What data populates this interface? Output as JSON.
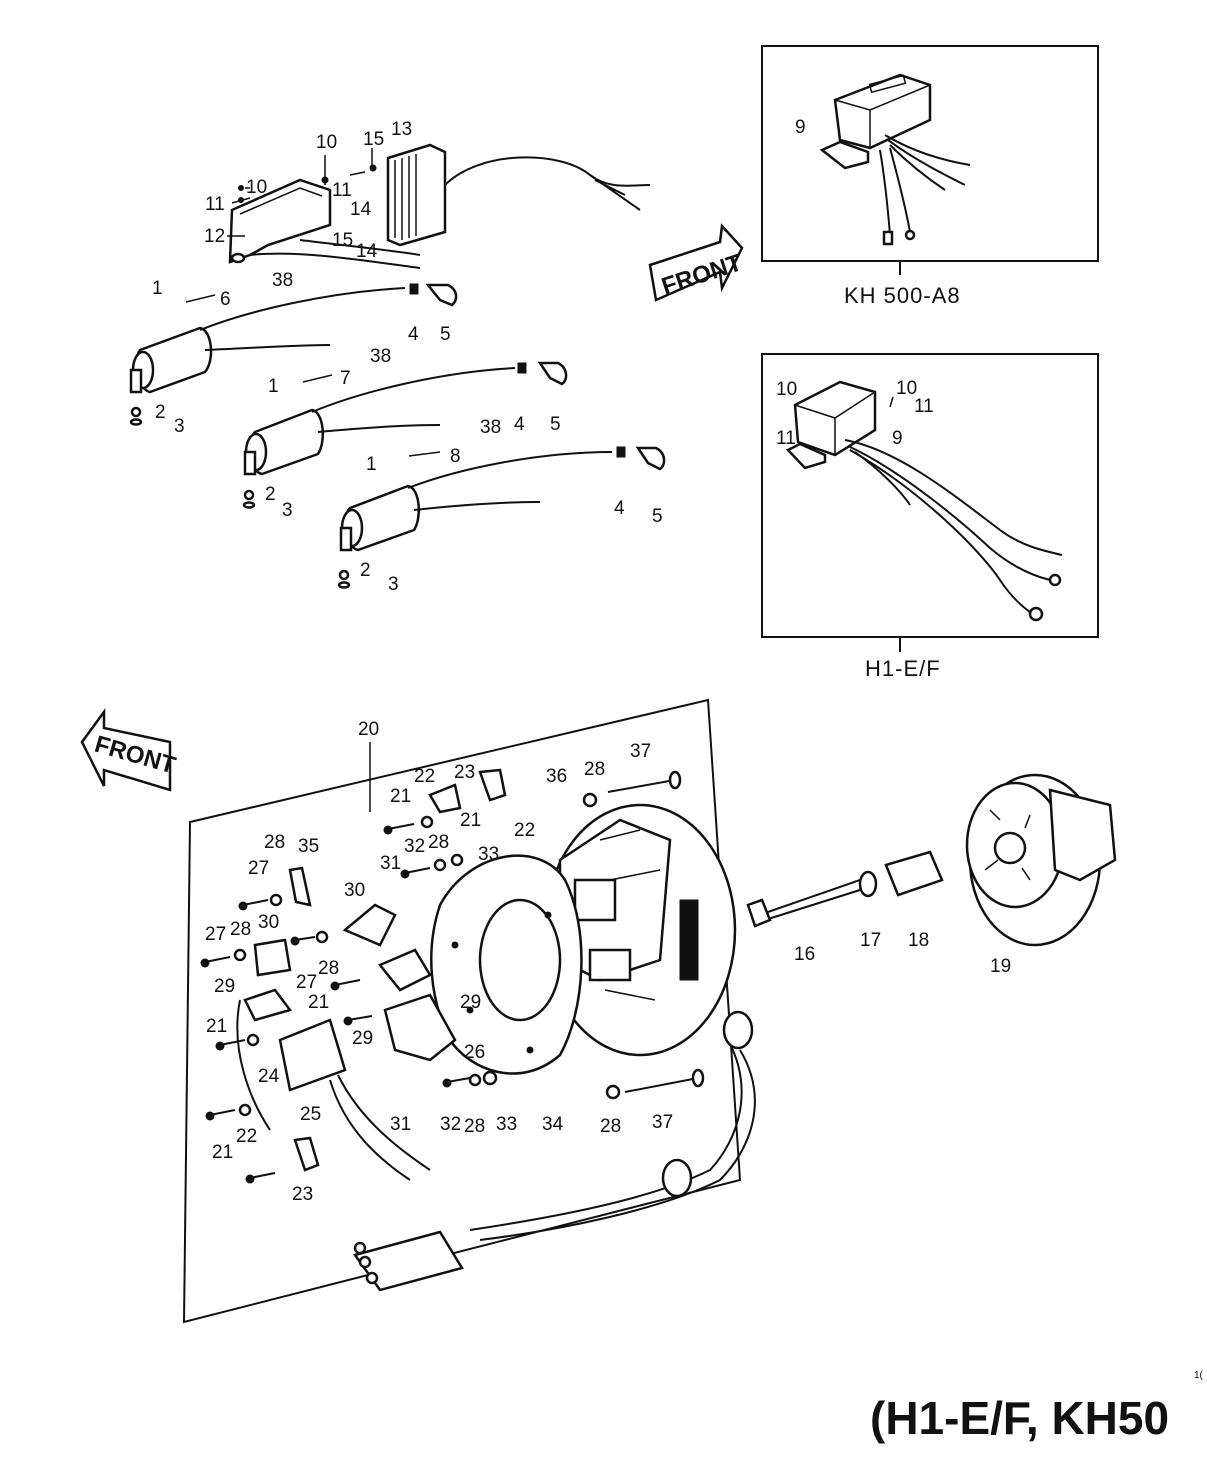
{
  "diagram": {
    "title": "(H1-E/F, KH50",
    "corner_mark": "1(",
    "front_label": "FRONT",
    "inset_top_caption": "KH 500-A8",
    "inset_bottom_caption": "H1-E/F",
    "callouts": {
      "c1": "1",
      "c2": "2",
      "c3": "3",
      "c4": "4",
      "c5": "5",
      "c6": "6",
      "c7": "7",
      "c8": "8",
      "c9": "9",
      "c10": "10",
      "c11": "11",
      "c12": "12",
      "c13": "13",
      "c14": "14",
      "c15": "15",
      "c16": "16",
      "c17": "17",
      "c18": "18",
      "c19": "19",
      "c20": "20",
      "c21": "21",
      "c22": "22",
      "c23": "23",
      "c24": "24",
      "c25": "25",
      "c26": "26",
      "c27": "27",
      "c28": "28",
      "c29": "29",
      "c30": "30",
      "c31": "31",
      "c32": "32",
      "c33": "33",
      "c34": "34",
      "c35": "35",
      "c36": "36",
      "c37": "37",
      "c38": "38"
    }
  }
}
